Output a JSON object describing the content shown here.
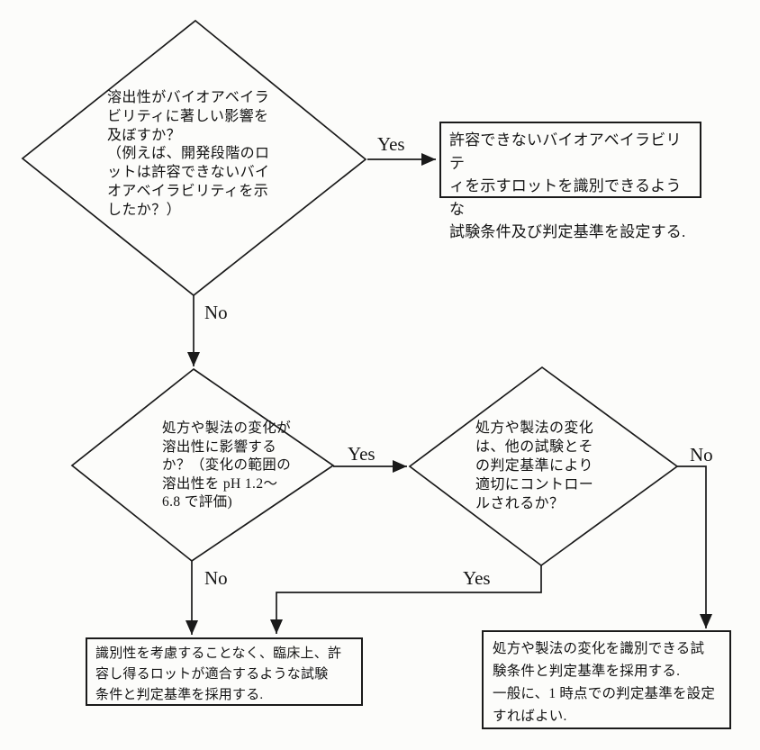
{
  "diagram": {
    "colors": {
      "background": "#fcfcfa",
      "line": "#1a1a1a",
      "text": "#141414"
    },
    "decisions": [
      {
        "name": "dissolution-affects-bioavailability-question",
        "text": "溶出性がバイオアベイラ\nビリティに著しい影響を\n及ぼすか？\n（例えば、開発段階のロ\nットは許容できないバイ\nオアベイラビリティを示\nしたか？）"
      },
      {
        "name": "formulation-process-change-affects-dissolution-question",
        "text": "処方や製法の変化が\n溶出性に影響する\nか？（変化の範囲の\n溶出性を pH 1.2～\n6.8 で評価)"
      },
      {
        "name": "controlled-by-other-tests-question",
        "text": "処方や製法の変化\nは、他の試験とそ\nの判定基準により\n適切にコントロー\nルされるか？"
      }
    ],
    "boxes": [
      {
        "name": "set-conditions-identify-unacceptable-bioavailability",
        "text": "許容できないバイオアベイラビリテ\nィを示すロットを識別できるような\n試験条件及び判定基準を設定する."
      },
      {
        "name": "adopt-conditions-clinically-acceptable-lots",
        "text": "識別性を考慮することなく、臨床上、許\n容し得るロットが適合するような試験\n条件と判定基準を採用する."
      },
      {
        "name": "adopt-conditions-identify-changes",
        "text": "処方や製法の変化を識別できる試\n験条件と判定基準を採用する.\n一般に、1 時点での判定基準を設定\nすればよい."
      }
    ],
    "edge_labels": [
      {
        "name": "d1-yes",
        "text": "Yes"
      },
      {
        "name": "d1-no",
        "text": "No"
      },
      {
        "name": "d2-yes",
        "text": "Yes"
      },
      {
        "name": "d3-no",
        "text": "No"
      },
      {
        "name": "d2-no",
        "text": "No"
      },
      {
        "name": "d3-yes",
        "text": "Yes"
      }
    ]
  }
}
